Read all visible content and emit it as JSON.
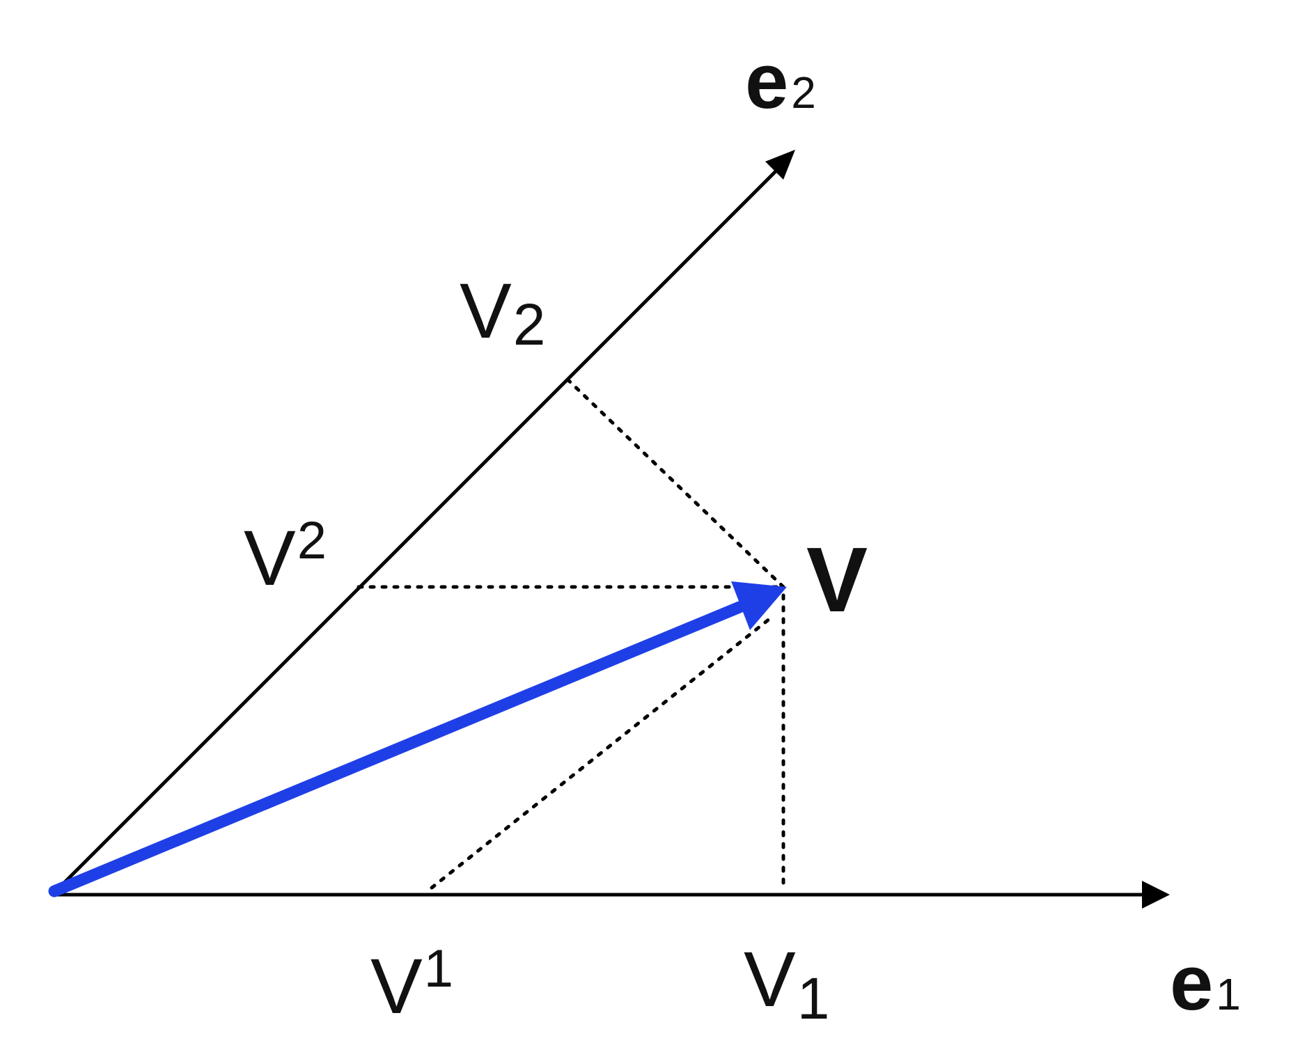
{
  "diagram": {
    "labels": {
      "e2": {
        "base": "e",
        "sub": "2"
      },
      "e1": {
        "base": "e",
        "sub": "1"
      },
      "v": {
        "text": "V"
      },
      "v_cov2": {
        "base": "V",
        "sub": "2"
      },
      "v_con2": {
        "base": "V",
        "sup": "2"
      },
      "v_con1": {
        "base": "V",
        "sup": "1"
      },
      "v_cov1": {
        "base": "V",
        "sub": "1"
      }
    },
    "colors": {
      "vector": "#1f3fe6",
      "axis": "#000000",
      "dotted": "#000000",
      "text": "#111111"
    }
  }
}
